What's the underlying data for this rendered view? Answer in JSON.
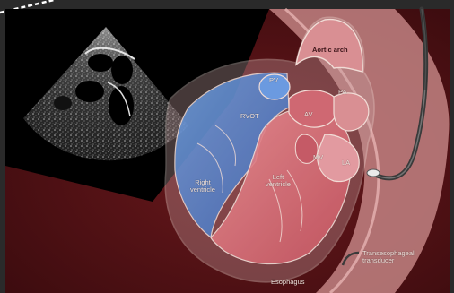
{
  "diagram": {
    "labels": {
      "aortic_arch": "Aortic arch",
      "pv": "PV",
      "pa": "PA",
      "rvot": "RVOT",
      "av": "AV",
      "mv": "MV",
      "la": "LA",
      "right_ventricle": "Right\nventricle",
      "left_ventricle": "Left\nventricle",
      "transducer": "Transesophageal\ntransducer",
      "esophagus": "Esophagus"
    },
    "colors": {
      "background": "#5a1216",
      "sector_background": "#000000",
      "right_side": "#5b8fd6",
      "left_side": "#d86a72",
      "outline": "#f1dcd6",
      "esophagus": "#c77a7c",
      "probe": "#3a3a3a"
    },
    "icons": [
      "echo-ultrasound-image",
      "transesophageal-probe"
    ]
  }
}
